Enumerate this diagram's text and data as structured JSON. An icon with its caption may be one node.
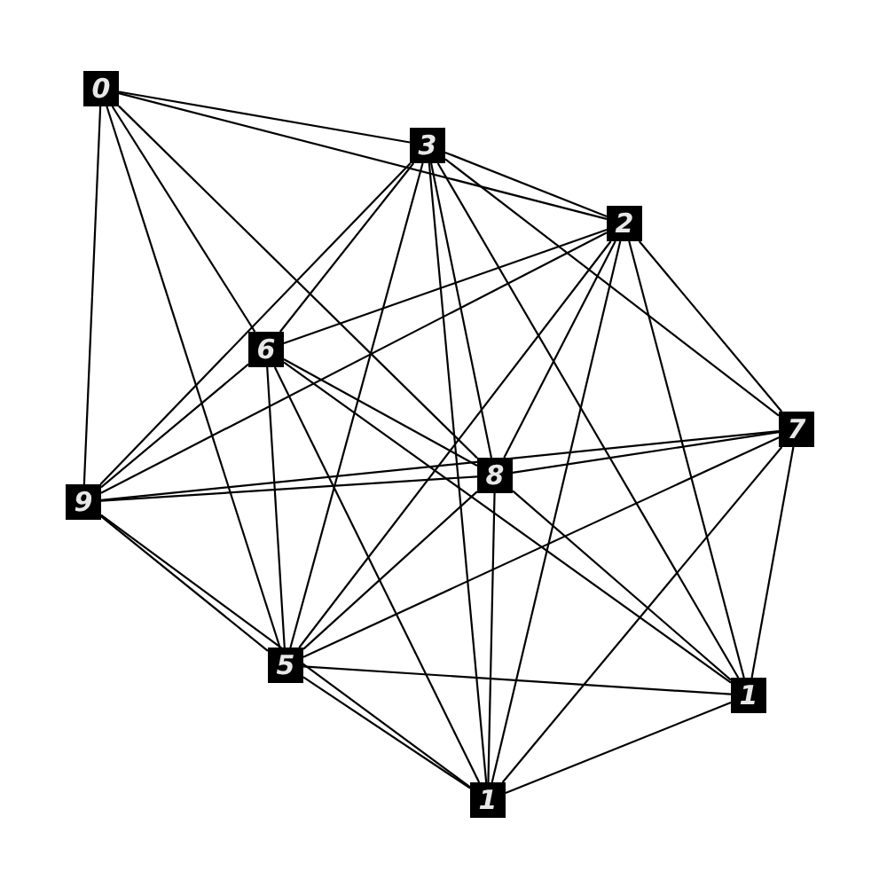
{
  "diagram": {
    "nodes": [
      {
        "text": [
          "0"
        ]
      },
      {
        "text": [
          "3"
        ]
      },
      {
        "text": [
          "2"
        ]
      },
      {
        "text": [
          "6"
        ]
      },
      {
        "text": [
          "7"
        ]
      },
      {
        "text": [
          "9"
        ]
      },
      {
        "text": [
          "8"
        ]
      },
      {
        "text": [
          "5"
        ]
      },
      {
        "text": [
          "1"
        ]
      },
      {
        "text": [
          "1"
        ]
      }
    ],
    "edges": [
      {
        "from": 0,
        "to": 1,
        "arrow": "none"
      },
      {
        "from": 0,
        "to": 2,
        "arrow": "none"
      },
      {
        "from": 0,
        "to": 5,
        "arrow": "none"
      },
      {
        "from": 0,
        "to": 7,
        "arrow": "none"
      },
      {
        "from": 0,
        "to": 3,
        "arrow": "none"
      },
      {
        "from": 0,
        "to": 6,
        "arrow": "none"
      },
      {
        "from": 1,
        "to": 2,
        "arrow": "none"
      },
      {
        "from": 1,
        "to": 4,
        "arrow": "none"
      },
      {
        "from": 1,
        "to": 5,
        "arrow": "none"
      },
      {
        "from": 1,
        "to": 3,
        "arrow": "none"
      },
      {
        "from": 1,
        "to": 7,
        "arrow": "none"
      },
      {
        "from": 1,
        "to": 6,
        "arrow": "none"
      },
      {
        "from": 1,
        "to": 9,
        "arrow": "none"
      },
      {
        "from": 1,
        "to": 8,
        "arrow": "none"
      },
      {
        "from": 2,
        "to": 4,
        "arrow": "none"
      },
      {
        "from": 2,
        "to": 3,
        "arrow": "none"
      },
      {
        "from": 2,
        "to": 5,
        "arrow": "none"
      },
      {
        "from": 2,
        "to": 7,
        "arrow": "none"
      },
      {
        "from": 2,
        "to": 6,
        "arrow": "none"
      },
      {
        "from": 2,
        "to": 9,
        "arrow": "none"
      },
      {
        "from": 2,
        "to": 8,
        "arrow": "none"
      },
      {
        "from": 3,
        "to": 5,
        "arrow": "none"
      },
      {
        "from": 3,
        "to": 7,
        "arrow": "none"
      },
      {
        "from": 3,
        "to": 9,
        "arrow": "none"
      },
      {
        "from": 3,
        "to": 6,
        "arrow": "none"
      },
      {
        "from": 3,
        "to": 8,
        "arrow": "none"
      },
      {
        "from": 4,
        "to": 5,
        "arrow": "none"
      },
      {
        "from": 4,
        "to": 6,
        "arrow": "none"
      },
      {
        "from": 4,
        "to": 7,
        "arrow": "none"
      },
      {
        "from": 4,
        "to": 9,
        "arrow": "none"
      },
      {
        "from": 4,
        "to": 8,
        "arrow": "none"
      },
      {
        "from": 5,
        "to": 6,
        "arrow": "none"
      },
      {
        "from": 5,
        "to": 7,
        "arrow": "none"
      },
      {
        "from": 5,
        "to": 9,
        "arrow": "none"
      },
      {
        "from": 6,
        "to": 9,
        "arrow": "none"
      },
      {
        "from": 6,
        "to": 7,
        "arrow": "none"
      },
      {
        "from": 6,
        "to": 8,
        "arrow": "none"
      },
      {
        "from": 7,
        "to": 8,
        "arrow": "none"
      },
      {
        "from": 7,
        "to": 9,
        "arrow": "none"
      },
      {
        "from": 8,
        "to": 9,
        "arrow": "none"
      }
    ]
  }
}
